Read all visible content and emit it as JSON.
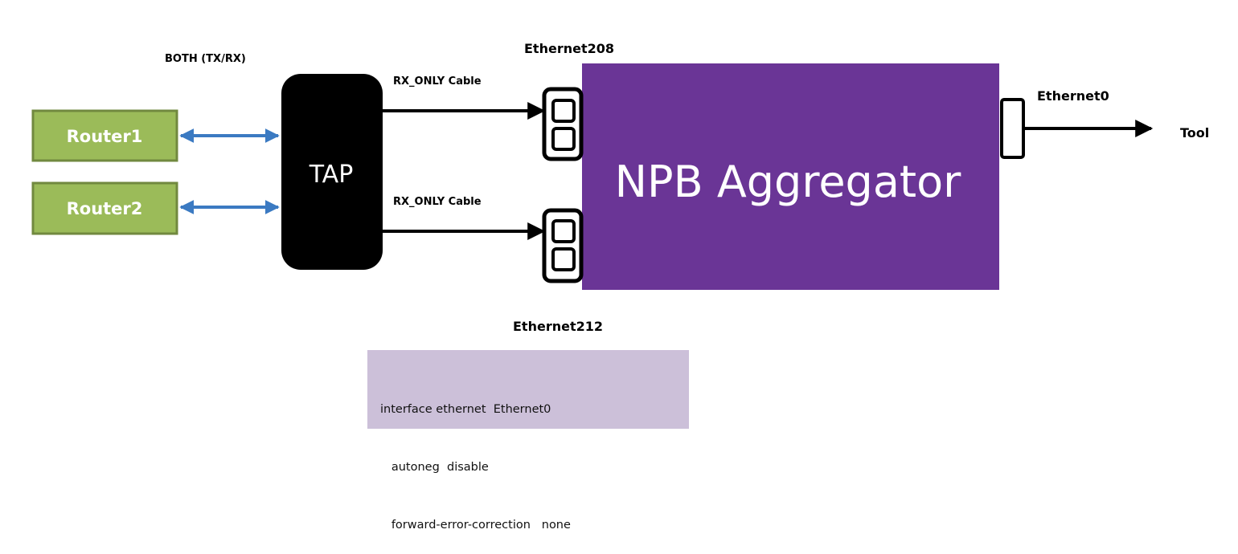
{
  "labels": {
    "both": "BOTH (TX/RX)",
    "rx_cable_top": "RX_ONLY Cable",
    "rx_cable_bottom": "RX_ONLY Cable",
    "eth208": "Ethernet208",
    "eth212": "Ethernet212",
    "eth0": "Ethernet0",
    "tool": "Tool"
  },
  "nodes": {
    "router1": "Router1",
    "router2": "Router2",
    "tap": "TAP",
    "npb": "NPB Aggregator"
  },
  "config": {
    "lines": [
      "interface ethernet  Ethernet0",
      "   autoneg  disable",
      "   forward-error-correction   none"
    ]
  },
  "colors": {
    "router_fill": "#9bbb59",
    "router_border": "#71893f",
    "tap_fill": "#000000",
    "npb_fill": "#6a3596",
    "link_blue": "#3b7ac2",
    "config_bg": "#ccc0d9"
  }
}
